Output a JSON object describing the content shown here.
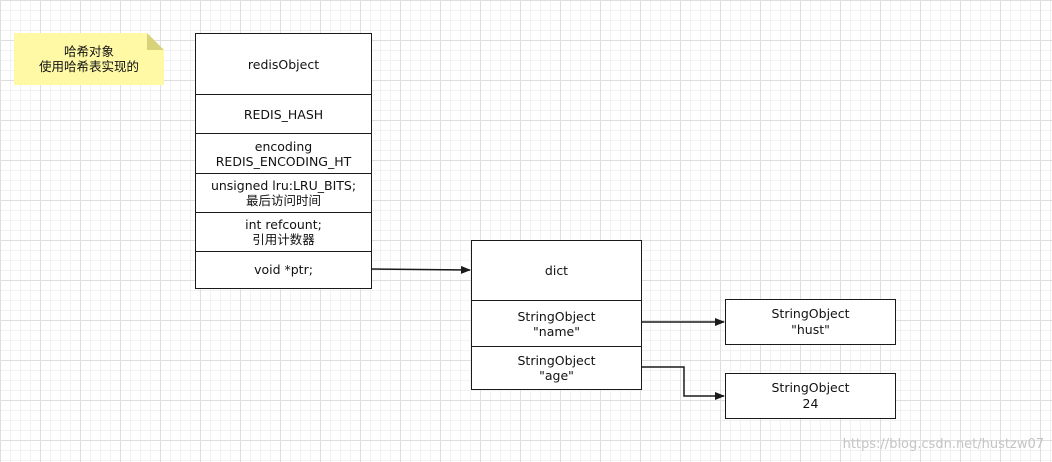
{
  "note": {
    "line1": "哈希对象",
    "line2": "使用哈希表实现的"
  },
  "redis_object": {
    "header": "redisObject",
    "type": "REDIS_HASH",
    "encoding_label": "encoding",
    "encoding_value": "REDIS_ENCODING_HT",
    "lru_label": "unsigned lru:LRU_BITS;",
    "lru_desc": "最后访问时间",
    "refcount_label": "int refcount;",
    "refcount_desc": "引用计数器",
    "ptr": "void *ptr;"
  },
  "dict": {
    "header": "dict",
    "entries": [
      {
        "type": "StringObject",
        "key": "\"name\""
      },
      {
        "type": "StringObject",
        "key": "\"age\""
      }
    ]
  },
  "values": [
    {
      "type": "StringObject",
      "value": "\"hust\""
    },
    {
      "type": "StringObject",
      "value": "24"
    }
  ],
  "watermark": "https://blog.csdn.net/hustzw07"
}
